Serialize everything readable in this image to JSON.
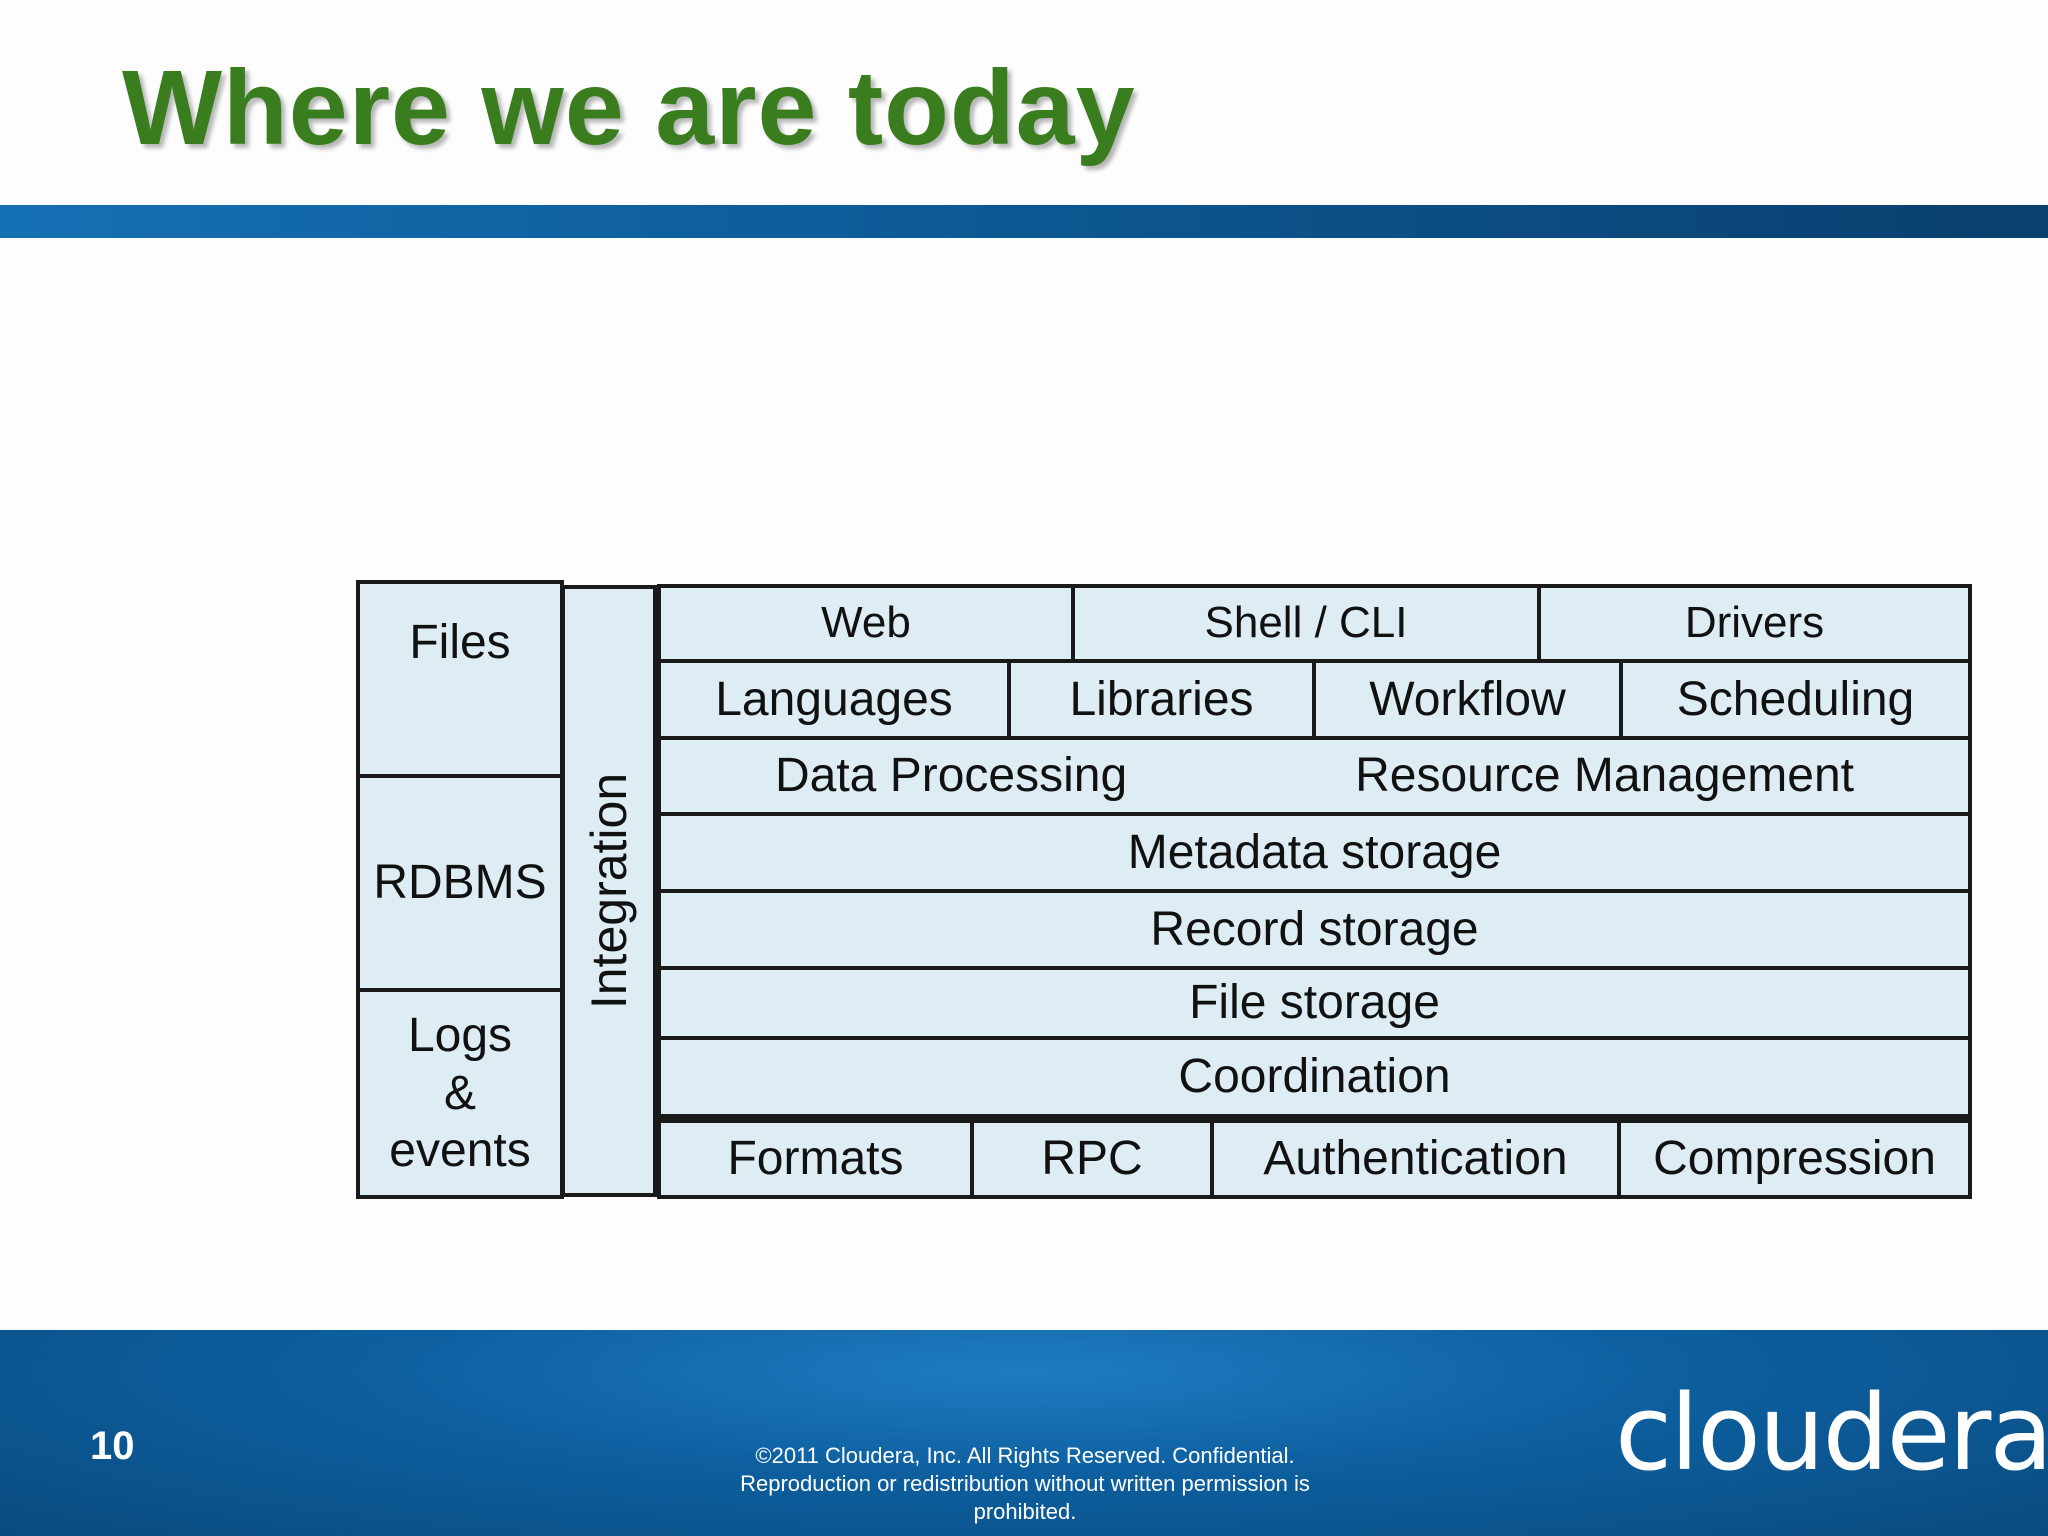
{
  "slide": {
    "title": "Where we are today",
    "page_number": "10",
    "copyright": "©2011 Cloudera, Inc. All Rights Reserved. Confidential. Reproduction or redistribution without written permission is prohibited.",
    "logo_text": "cloudera"
  },
  "colors": {
    "title": "#3a7d1e",
    "header_bar": "#0d5a96",
    "box_fill": "#ddedf3",
    "box_border": "#1a1a1a",
    "footer": "#0d5f9f"
  },
  "diagram": {
    "sources": {
      "files": "Files",
      "rdbms": "RDBMS",
      "logs": "Logs & events"
    },
    "integration": "Integration",
    "top_row": [
      "Web",
      "Shell / CLI",
      "Drivers"
    ],
    "second_row": [
      "Languages",
      "Libraries",
      "Workflow",
      "Scheduling"
    ],
    "third_row": [
      "Data Processing",
      "Resource Management"
    ],
    "stack": {
      "metadata": "Metadata storage",
      "record": "Record storage",
      "file": "File storage",
      "coordination": "Coordination"
    },
    "bottom_row": [
      "Formats",
      "RPC",
      "Authentication",
      "Compression"
    ]
  }
}
